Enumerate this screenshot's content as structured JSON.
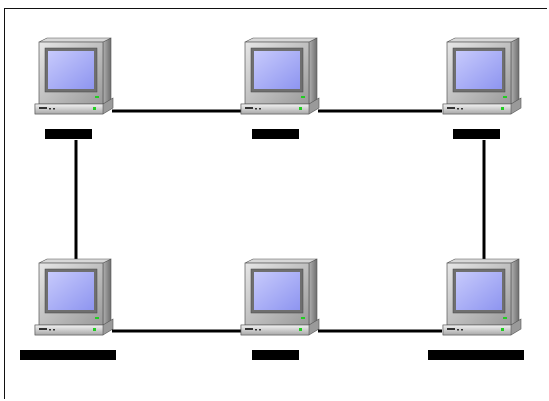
{
  "diagram": {
    "type": "ring-network",
    "nodes": [
      {
        "id": "node-top-left",
        "icon": "desktop-computer-icon",
        "label": ""
      },
      {
        "id": "node-top-middle",
        "icon": "desktop-computer-icon",
        "label": ""
      },
      {
        "id": "node-top-right",
        "icon": "desktop-computer-icon",
        "label": ""
      },
      {
        "id": "node-bottom-left",
        "icon": "desktop-computer-icon",
        "label": ""
      },
      {
        "id": "node-bottom-middle",
        "icon": "desktop-computer-icon",
        "label": ""
      },
      {
        "id": "node-bottom-right",
        "icon": "desktop-computer-icon",
        "label": ""
      }
    ],
    "links": [
      [
        "node-top-left",
        "node-top-middle"
      ],
      [
        "node-top-middle",
        "node-top-right"
      ],
      [
        "node-top-right",
        "node-bottom-right"
      ],
      [
        "node-bottom-right",
        "node-bottom-middle"
      ],
      [
        "node-bottom-middle",
        "node-bottom-left"
      ],
      [
        "node-bottom-left",
        "node-top-left"
      ]
    ],
    "colors": {
      "screen": "#aab0f6",
      "case": "#c8c8c8",
      "case_shadow": "#8c8c8c",
      "link": "#000000",
      "label_redaction": "#000000",
      "led": "#22cc22"
    }
  }
}
